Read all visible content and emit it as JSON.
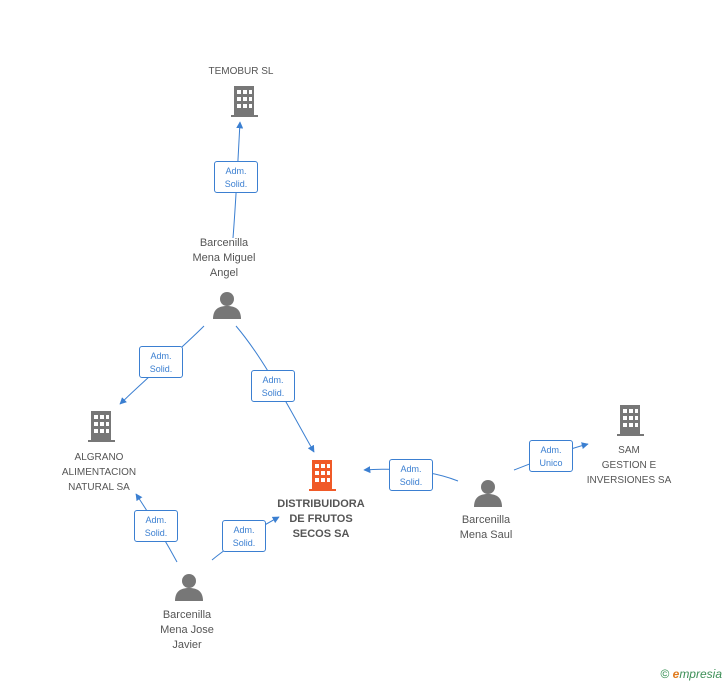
{
  "nodes": {
    "temobur": {
      "lines": [
        "TEMOBUR SL"
      ]
    },
    "miguel": {
      "lines": [
        "Barcenilla",
        "Mena Miguel",
        "Angel"
      ]
    },
    "algrano": {
      "lines": [
        "ALGRANO",
        "ALIMENTACION",
        "NATURAL SA"
      ]
    },
    "distribuidora": {
      "lines": [
        "DISTRIBUIDORA",
        "DE FRUTOS",
        "SECOS SA"
      ]
    },
    "saul": {
      "lines": [
        "Barcenilla",
        "Mena Saul"
      ]
    },
    "sam": {
      "lines": [
        "SAM",
        "GESTION E",
        "INVERSIONES SA"
      ]
    },
    "jose": {
      "lines": [
        "Barcenilla",
        "Mena Jose",
        "Javier"
      ]
    }
  },
  "edges": {
    "miguel_temobur": [
      "Adm.",
      "Solid."
    ],
    "miguel_algrano": [
      "Adm.",
      "Solid."
    ],
    "miguel_distribuidora": [
      "Adm.",
      "Solid."
    ],
    "saul_distribuidora": [
      "Adm.",
      "Solid."
    ],
    "saul_sam": [
      "Adm.",
      "Unico"
    ],
    "jose_algrano": [
      "Adm.",
      "Solid."
    ],
    "jose_distribuidora": [
      "Adm.",
      "Solid."
    ]
  },
  "footer": {
    "copyright": "©",
    "brand_first": "e",
    "brand_rest": "mpresia"
  },
  "colors": {
    "edge": "#3b7fd1",
    "icon": "#777777",
    "main_company": "#f05a28"
  }
}
